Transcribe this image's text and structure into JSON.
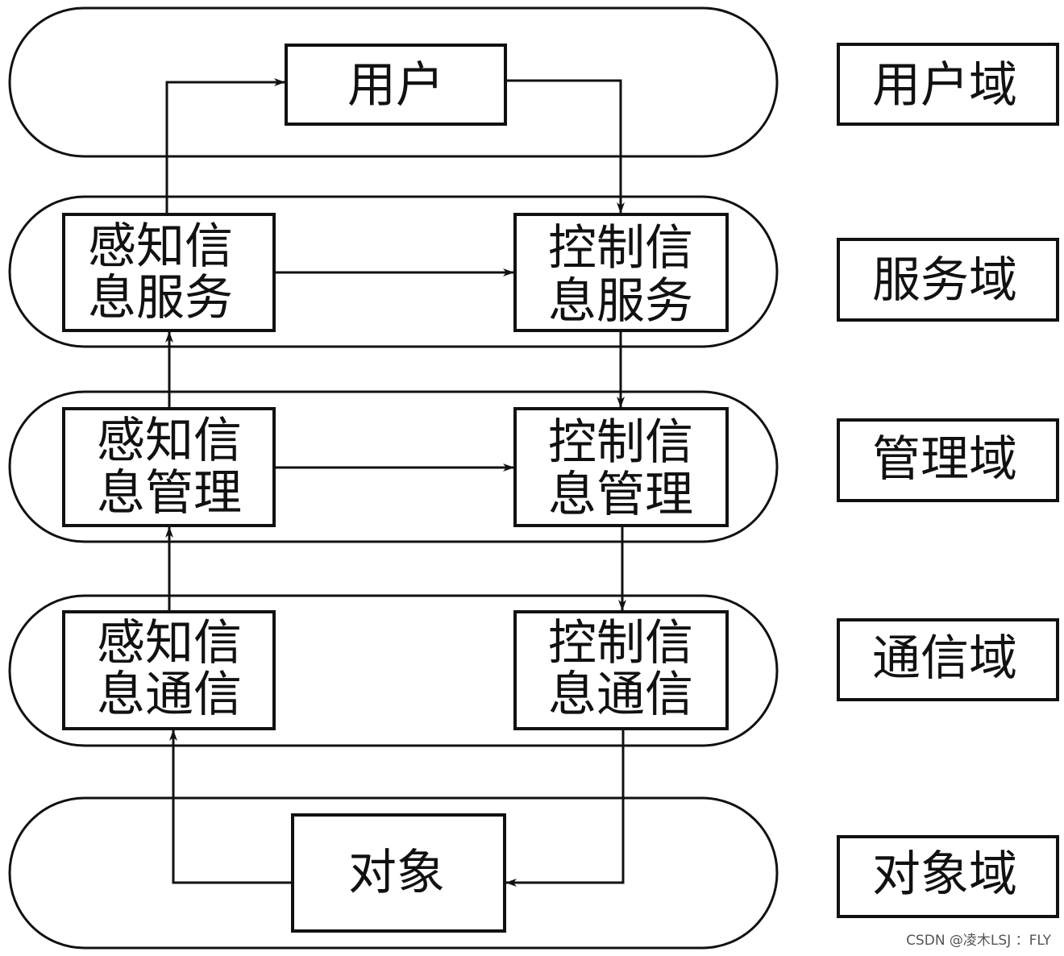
{
  "user": {
    "label": "用户"
  },
  "object": {
    "label": "对象"
  },
  "boxes": {
    "sense_service": [
      "感知信",
      "息服务"
    ],
    "ctrl_service": [
      "控制信",
      "息服务"
    ],
    "sense_mgmt": [
      "感知信",
      "息管理"
    ],
    "ctrl_mgmt": [
      "控制信",
      "息管理"
    ],
    "sense_comm": [
      "感知信",
      "息通信"
    ],
    "ctrl_comm": [
      "控制信",
      "息通信"
    ]
  },
  "domains": {
    "user": "用户域",
    "service": "服务域",
    "management": "管理域",
    "communication": "通信域",
    "object": "对象域"
  },
  "watermark": "CSDN @凌木LSJ ：FLY"
}
